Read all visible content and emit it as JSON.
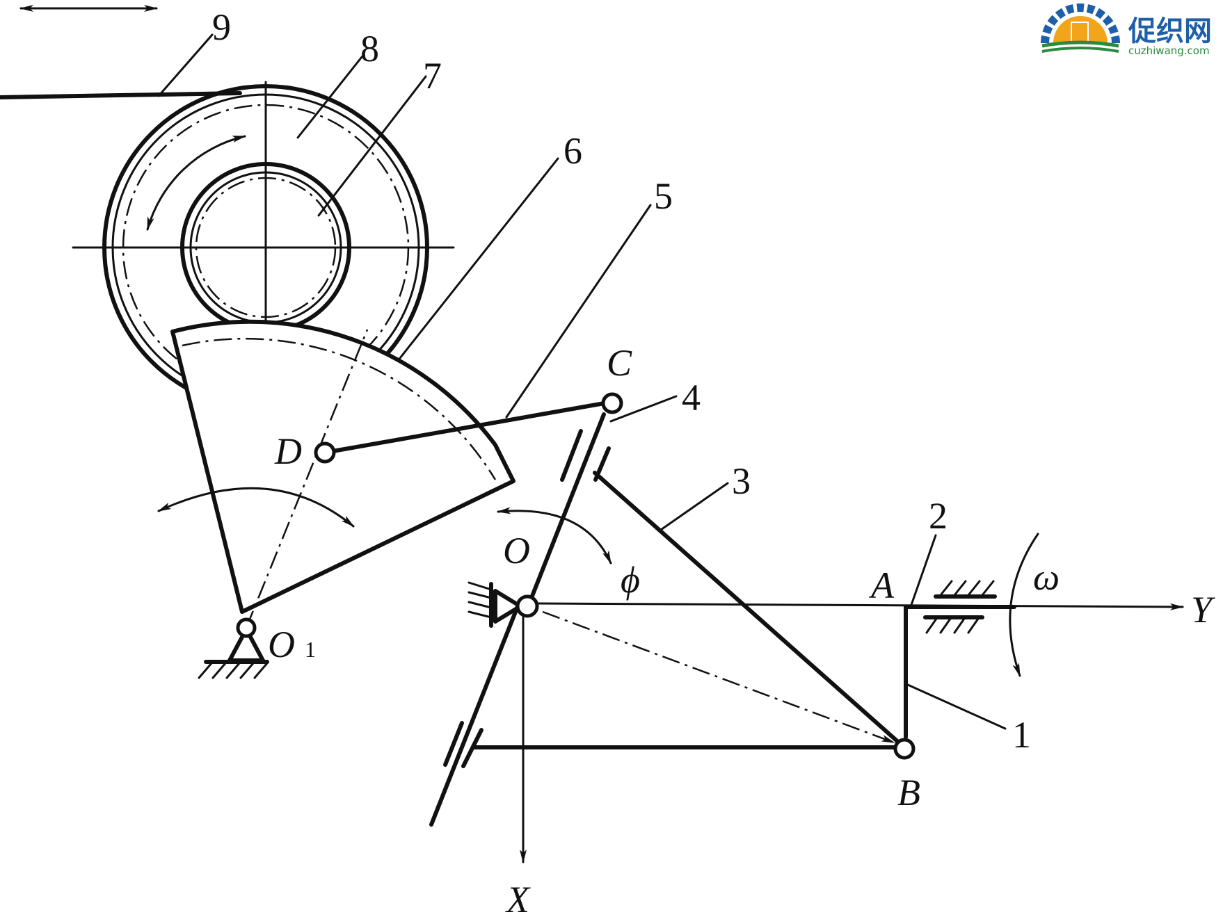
{
  "labels": {
    "n1": "1",
    "n2": "2",
    "n3": "3",
    "n4": "4",
    "n5": "5",
    "n6": "6",
    "n7": "7",
    "n8": "8",
    "n9": "9",
    "A": "A",
    "B": "B",
    "C": "C",
    "D": "D",
    "O": "O",
    "O1": "O",
    "O1_sub": "1",
    "X": "X",
    "Y": "Y",
    "phi": "ϕ",
    "omega": "ω"
  },
  "watermark": {
    "name": "促织网",
    "url": "cuzhiwang.com"
  },
  "colors": {
    "line": "#111111",
    "logo_blue": "#1d5fa8",
    "logo_orange": "#f2a51a",
    "logo_green": "#2b8a3e"
  }
}
